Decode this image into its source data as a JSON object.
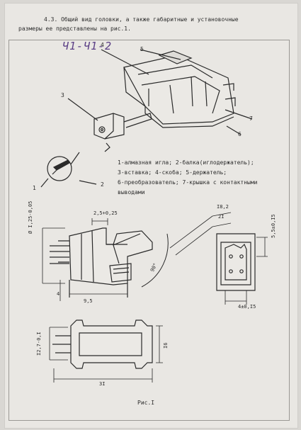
{
  "intro": {
    "line1": "4.3. Общий вид головки, а также габаритные и установочные",
    "line2": "размеры ее представлены на рис.1."
  },
  "stamp_text": "Ч1-Ч1-2",
  "callouts": [
    "1",
    "2",
    "3",
    "4",
    "5",
    "6",
    "7"
  ],
  "legend": {
    "line1": "1-алмазная игла; 2-балка(иглодержатель);",
    "line2": "3-вставка; 4-скоба; 5-держатель;",
    "line3": "6-преобразователь; 7-крышка с контактными",
    "line4": "выводами"
  },
  "dimensions": {
    "d_1_25": "Ø I,25-0,05",
    "d_2_5": "2,5+0,25",
    "d_18_2": "I8,2",
    "d_21": "2I",
    "d_90": "90°",
    "d_4": "4",
    "d_9_5": "9,5",
    "d_5_5": "5,5±0,I5",
    "d_4_015": "4±0,I5",
    "d_12_7": "I2,7-0,I",
    "d_16": "I6",
    "d_31": "3I"
  },
  "caption": "Рис.I"
}
